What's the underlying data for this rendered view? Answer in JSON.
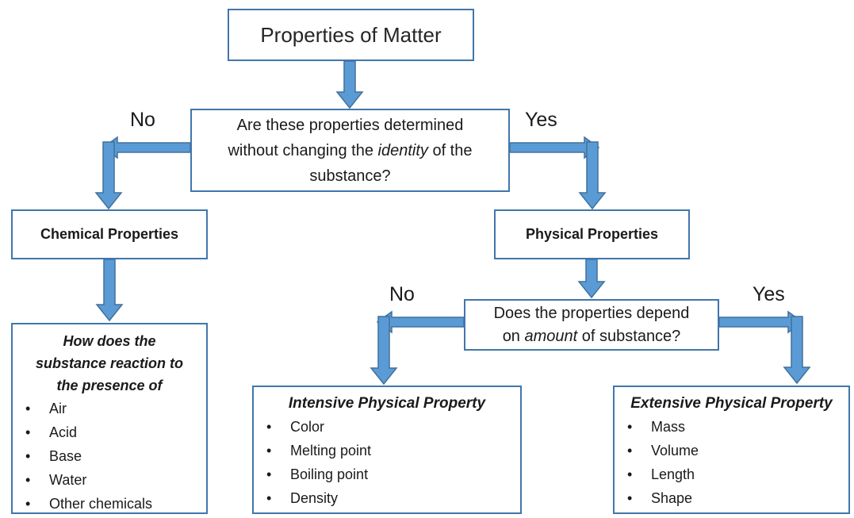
{
  "title": "Properties of Matter",
  "colors": {
    "box_border": "#4176ac",
    "arrow_fill": "#5b9bd5",
    "arrow_stroke": "#41719c",
    "text": "#1a1a1a",
    "background": "#ffffff"
  },
  "decision1": {
    "line1": "Are these properties determined",
    "line2_pre": "without changing the ",
    "line2_italic": "identity",
    "line2_post": " of the",
    "line3": "substance?"
  },
  "branch_labels": {
    "decision1_no": "No",
    "decision1_yes": "Yes",
    "decision2_no": "No",
    "decision2_yes": "Yes"
  },
  "chemical_box": "Chemical Properties",
  "physical_box": "Physical Properties",
  "decision2": {
    "line1": "Does the properties depend",
    "line2_pre": "on ",
    "line2_italic": "amount",
    "line2_post": " of substance?"
  },
  "chemical_detail": {
    "heading_lines": [
      "How does the",
      "substance reaction to",
      "the presence of"
    ],
    "items": [
      "Air",
      "Acid",
      "Base",
      "Water",
      "Other chemicals"
    ]
  },
  "intensive": {
    "heading": "Intensive Physical Property",
    "items": [
      "Color",
      "Melting point",
      "Boiling point",
      "Density"
    ]
  },
  "extensive": {
    "heading": "Extensive Physical Property",
    "items": [
      "Mass",
      "Volume",
      "Length",
      "Shape"
    ]
  }
}
